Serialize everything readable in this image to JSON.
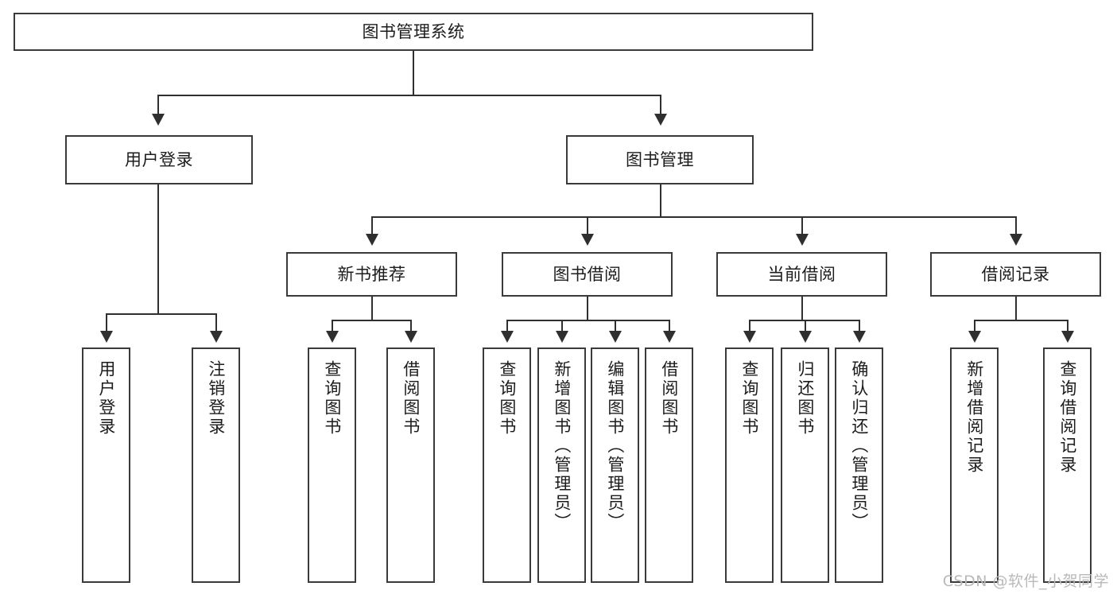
{
  "diagram": {
    "title": "图书管理系统",
    "type": "tree-hierarchy",
    "root": {
      "label": "图书管理系统"
    },
    "level2": [
      {
        "key": "user_login",
        "label": "用户登录"
      },
      {
        "key": "book_manage",
        "label": "图书管理"
      }
    ],
    "level3": [
      {
        "key": "new_book_rec",
        "label": "新书推荐"
      },
      {
        "key": "book_borrow",
        "label": "图书借阅"
      },
      {
        "key": "current_borrow",
        "label": "当前借阅"
      },
      {
        "key": "borrow_record",
        "label": "借阅记录"
      }
    ],
    "leaves": {
      "user_login": [
        {
          "label": "用户登录"
        },
        {
          "label": "注销登录"
        }
      ],
      "new_book_rec": [
        {
          "label": "查询图书"
        },
        {
          "label": "借阅图书"
        }
      ],
      "book_borrow": [
        {
          "label": "查询图书"
        },
        {
          "label": "新增图书（管理员）"
        },
        {
          "label": "编辑图书（管理员）"
        },
        {
          "label": "借阅图书"
        }
      ],
      "current_borrow": [
        {
          "label": "查询图书"
        },
        {
          "label": "归还图书"
        },
        {
          "label": "确认归还（管理员）"
        }
      ],
      "borrow_record": [
        {
          "label": "新增借阅记录"
        },
        {
          "label": "查询借阅记录"
        }
      ]
    }
  },
  "watermark": {
    "text": "CSDN @软件_小贺同学"
  },
  "colors": {
    "box_border": "#3a3a3a",
    "line": "#2f2f2f",
    "text": "#1c1c1c",
    "background": "#ffffff",
    "watermark": "#b9b9b9"
  }
}
